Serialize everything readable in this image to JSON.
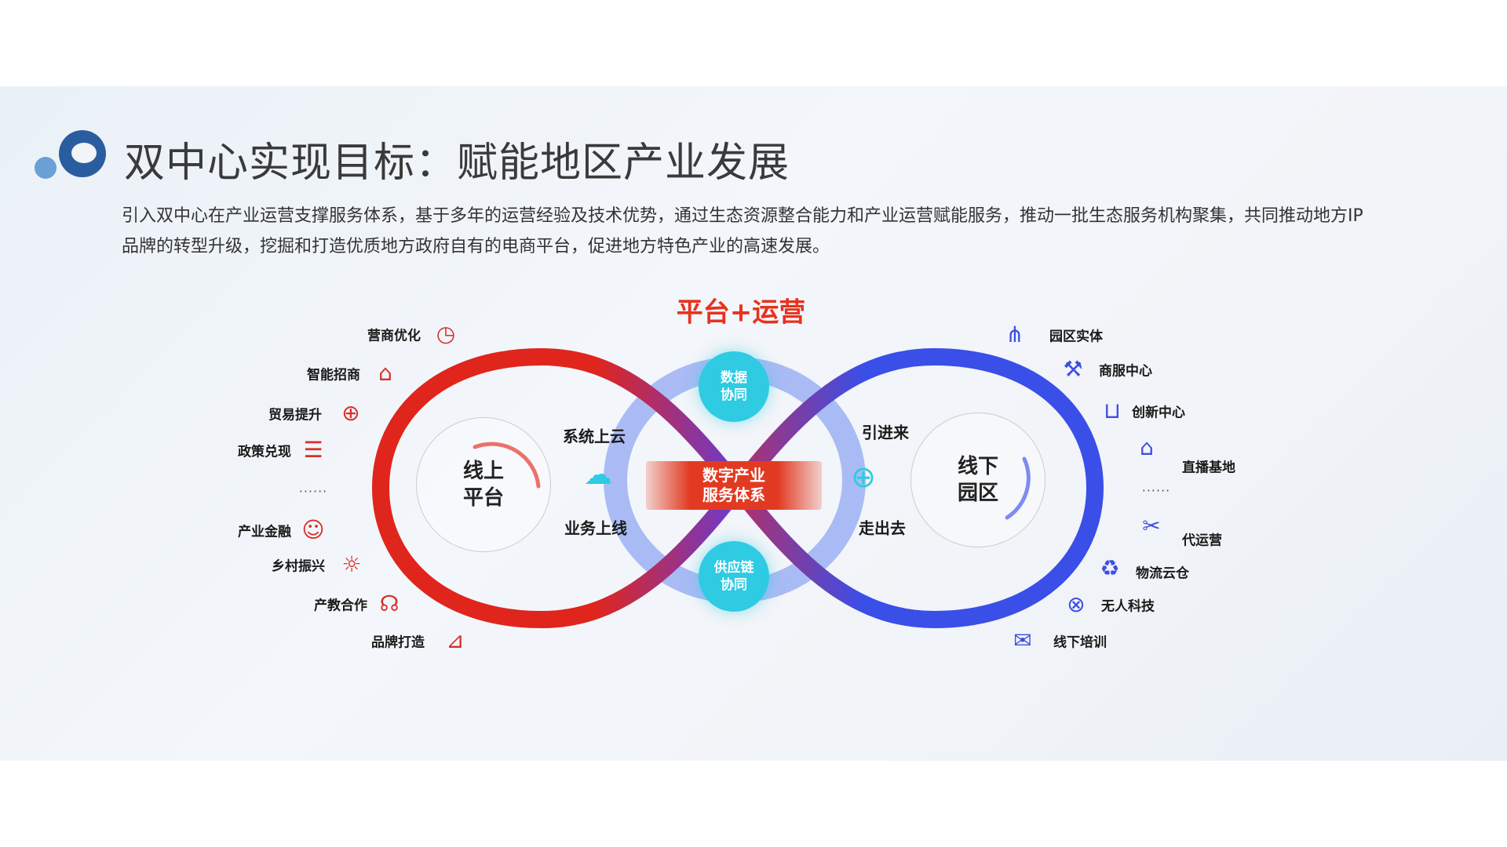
{
  "header": {
    "title": "双中心实现目标：赋能地区产业发展",
    "paragraph": "引入双中心在产业运营支撑服务体系，基于多年的运营经验及技术优势，通过生态资源整合能力和产业运营赋能服务，推动一批生态服务机构聚集，共同推动地方IP品牌的转型升级，挖掘和打造优质地方政府自有的电商平台，促进地方特色产业的高速发展。"
  },
  "diagram": {
    "subtitle": "平台+运营",
    "left_center": {
      "line1": "线上",
      "line2": "平台"
    },
    "right_center": {
      "line1": "线下",
      "line2": "园区"
    },
    "core": {
      "line1": "数字产业",
      "line2": "服务体系"
    },
    "top_bubble": {
      "line1": "数据",
      "line2": "协同"
    },
    "bottom_bubble": {
      "line1": "供应链",
      "line2": "协同"
    },
    "left_top": "系统上云",
    "left_bottom": "业务上线",
    "right_top": "引进来",
    "right_bottom": "走出去",
    "ellipsis": "......",
    "left_items": [
      {
        "label": "营商优化",
        "icon": "clock-icon"
      },
      {
        "label": "智能招商",
        "icon": "bank-icon"
      },
      {
        "label": "贸易提升",
        "icon": "globe-icon"
      },
      {
        "label": "政策兑现",
        "icon": "chat-list-icon"
      },
      {
        "label": "产业金融",
        "icon": "user-circle-icon"
      },
      {
        "label": "乡村振兴",
        "icon": "lightbulb-icon"
      },
      {
        "label": "产教合作",
        "icon": "headset-user-icon"
      },
      {
        "label": "品牌打造",
        "icon": "chart-board-icon"
      }
    ],
    "right_items": [
      {
        "label": "园区实体",
        "icon": "hierarchy-icon"
      },
      {
        "label": "商服中心",
        "icon": "pumpjack-icon"
      },
      {
        "label": "创新中心",
        "icon": "bag-icon"
      },
      {
        "label": "直播基地",
        "icon": "shopping-bags-icon"
      },
      {
        "label": "代运营",
        "icon": "tools-icon"
      },
      {
        "label": "物流云仓",
        "icon": "people-cycle-icon"
      },
      {
        "label": "无人科技",
        "icon": "network-icon"
      },
      {
        "label": "线下培训",
        "icon": "chat-bubbles-icon"
      }
    ],
    "colors": {
      "red": "#e23a22",
      "blue": "#3d4fe0",
      "cyan": "#2ecbe3"
    }
  }
}
